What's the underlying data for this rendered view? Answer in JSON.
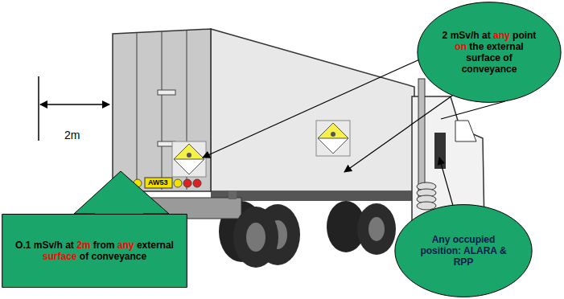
{
  "diagram": {
    "nodes": [
      {
        "text": [
          "2 mSv/h at any point on the external surface of conveyance"
        ]
      },
      {
        "text": [
          "Any occupied position: ALARA & RPP"
        ]
      },
      {
        "text": [
          "O.1 mSv/h at 2m from any external surface of conveyance"
        ]
      }
    ],
    "labels": [
      "2m",
      "AW53"
    ]
  }
}
